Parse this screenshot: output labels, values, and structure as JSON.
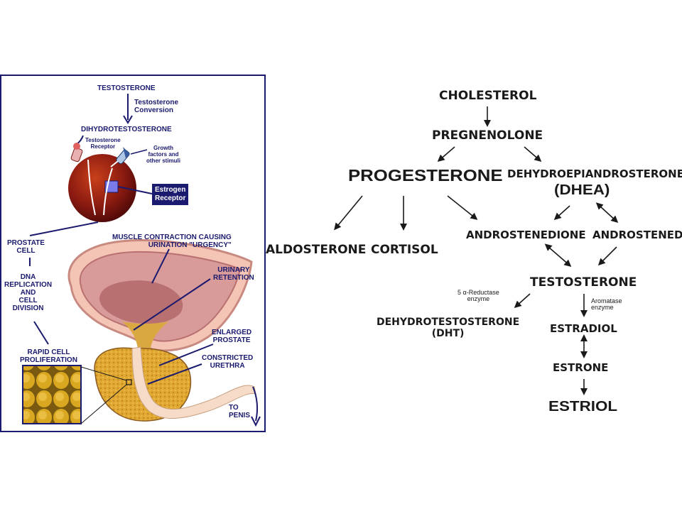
{
  "left_diagram": {
    "testosterone": "TESTOSTERONE",
    "conversion": "Testosterone\nConversion",
    "dht": "DIHYDROTESTOSTERONE",
    "receptor": "Testosterone\nReceptor",
    "growth": "Growth\nfactors and\nother stimuli",
    "estrogen_receptor": "Estrogen\nReceptor",
    "prostate_cell": "PROSTATE\nCELL",
    "dna": "DNA\nREPLICATION\nAND\nCELL\nDIVISION",
    "rapid": "RAPID CELL\nPROLIFERATION",
    "muscle": "MUSCLE CONTRACTION CAUSING\nURINATION \"URGENCY\"",
    "urinary": "URINARY\nRETENTION",
    "enlarged": "ENLARGED\nPROSTATE",
    "constricted": "CONSTRICTED\nURETHRA",
    "penis": "TO\nPENIS"
  },
  "right_diagram": {
    "cholesterol": "CHOLESTEROL",
    "pregnenolone": "PREGNENOLONE",
    "progesterone": "PROGESTERONE",
    "dhea_full": "DEHYDROEPIANDROSTERONE",
    "dhea": "(DHEA)",
    "aldosterone": "ALDOSTERONE",
    "cortisol": "CORTISOL",
    "androstenedione": "ANDROSTENEDIONE",
    "androstenediol": "ANDROSTENEDI",
    "testosterone": "TESTOSTERONE",
    "reductase": "5 α-Reductase\nenzyme",
    "aromatase": "Aromatase\nenzyme",
    "dht": "DEHYDROTESTOSTERONE\n(DHT)",
    "estradiol": "ESTRADIOL",
    "estrone": "ESTRONE",
    "estriol": "ESTRIOL"
  }
}
